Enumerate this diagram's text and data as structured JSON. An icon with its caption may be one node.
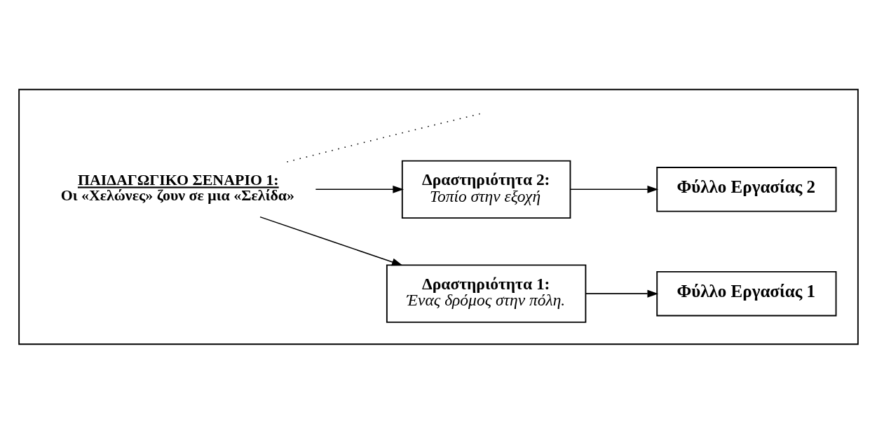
{
  "diagram": {
    "nodes": [
      {
        "text": [],
        "shape": "box"
      },
      {
        "text": [
          "ΠΑΙΔΑΓΩΓΙΚΟ ΣΕΝΑΡΙΟ 1:",
          "Οι «Χελώνες» ζουν σε μια «Σελίδα»"
        ],
        "in": 0
      },
      {
        "text": [
          "Δραστηριότητα 1:",
          "Ένας δρόμος στην πόλη."
        ],
        "in": 0
      },
      {
        "text": [
          "Φύλλο Εργασίας 1"
        ],
        "in": 0
      },
      {
        "text": [
          "Δραστηριότητα 2:",
          "Τοπίο στην εξοχή"
        ],
        "in": 0
      },
      {
        "text": [
          "Φύλλο Εργασίας 2"
        ],
        "in": 0
      }
    ],
    "edges": [
      {
        "from": 1,
        "to": 2,
        "arrow": "to"
      },
      {
        "from": 2,
        "to": 3,
        "arrow": "to"
      },
      {
        "from": 1,
        "to": 4,
        "arrow": "to"
      },
      {
        "from": 4,
        "to": 5,
        "arrow": "to"
      },
      {
        "from": 1,
        "to": null,
        "arrow": "none",
        "style": "dashed"
      }
    ]
  }
}
